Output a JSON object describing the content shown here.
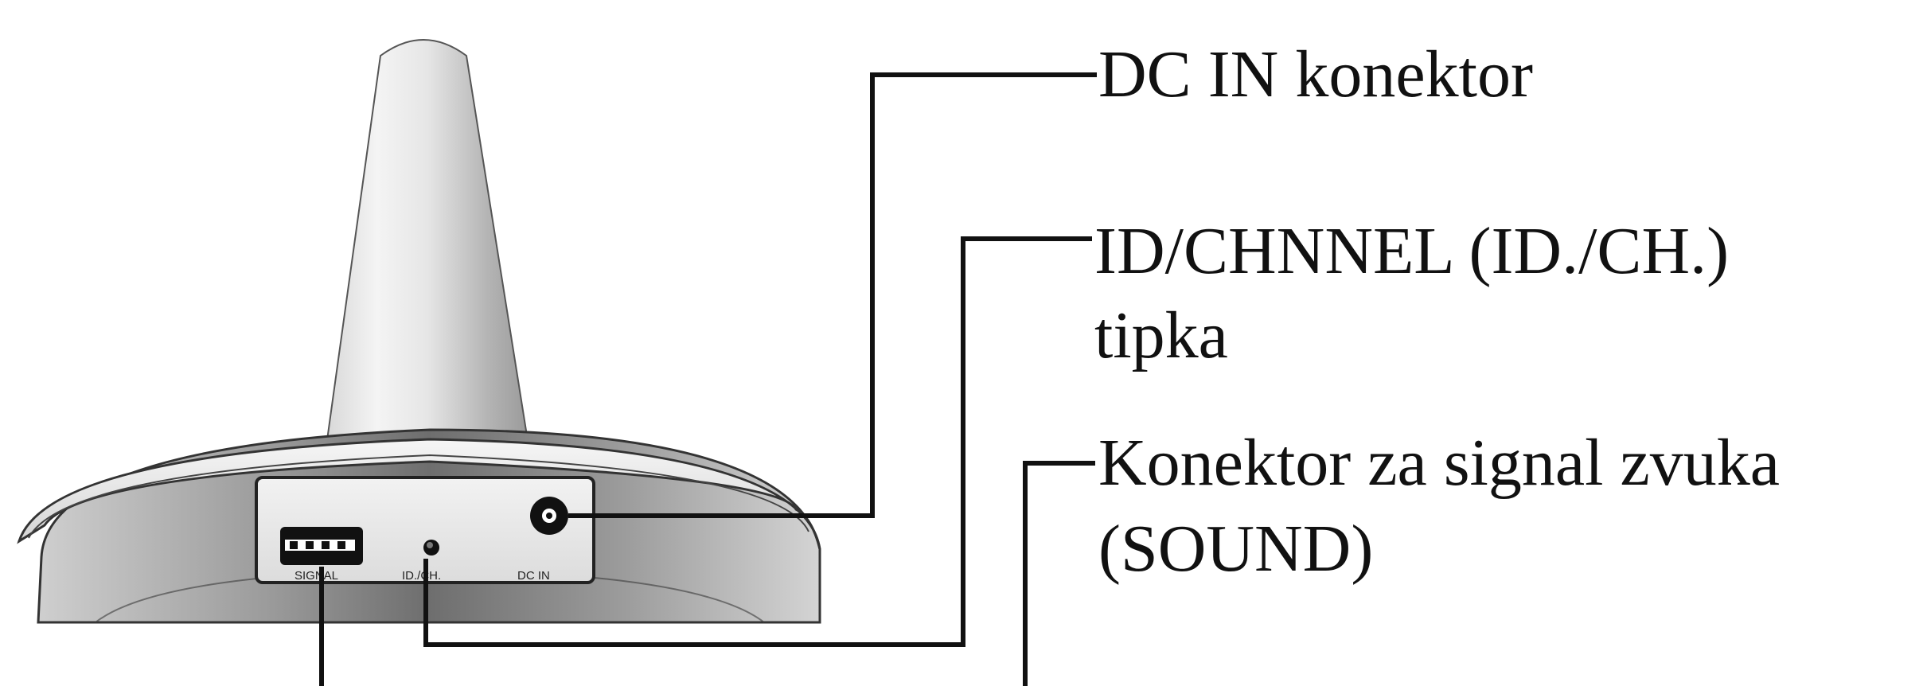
{
  "callouts": {
    "dc_in": "DC IN konektor",
    "id_channel_line1": "ID/CHNNEL (ID./CH.)",
    "id_channel_line2": "tipka",
    "sound_line1": "Konektor za signal zvuka",
    "sound_line2": "(SOUND)"
  },
  "panel_labels": {
    "signal": "SIGNAL",
    "id_ch": "ID./CH.",
    "dc_in": "DC IN"
  }
}
